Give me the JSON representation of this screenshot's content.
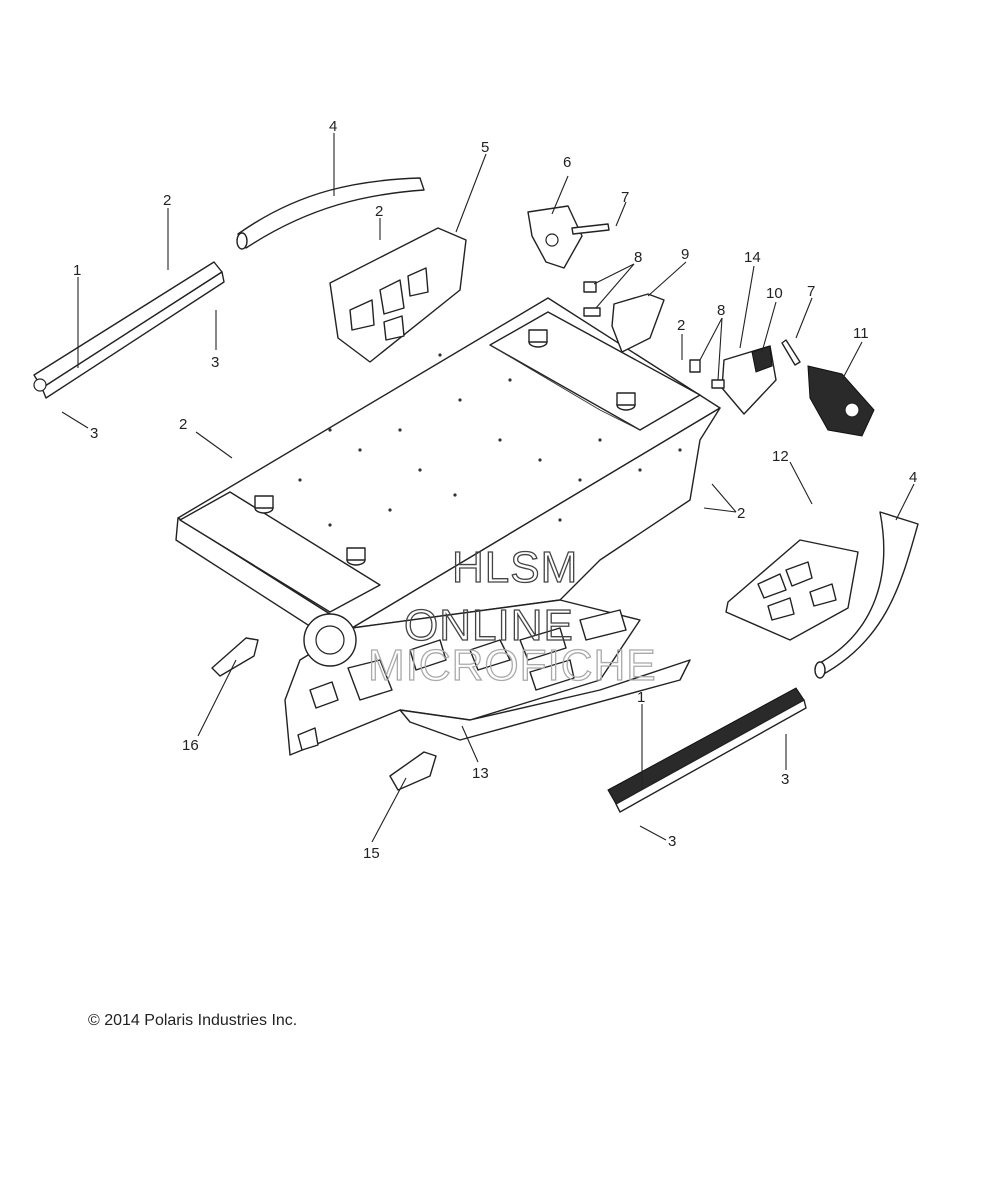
{
  "copyright": "© 2014 Polaris Industries Inc.",
  "watermark": {
    "line1": "HLSM",
    "line2": "ONLINE",
    "line3": "MICROFICHE"
  },
  "callouts": {
    "c1a": "1",
    "c1b": "1",
    "c2a": "2",
    "c2b": "2",
    "c2c": "2",
    "c2d": "2",
    "c2e": "2",
    "c3a": "3",
    "c3b": "3",
    "c3c": "3",
    "c3d": "3",
    "c4a": "4",
    "c4b": "4",
    "c5": "5",
    "c6": "6",
    "c7a": "7",
    "c7b": "7",
    "c8a": "8",
    "c8b": "8",
    "c9": "9",
    "c10": "10",
    "c11": "11",
    "c12": "12",
    "c13": "13",
    "c14": "14",
    "c15": "15",
    "c16": "16"
  }
}
